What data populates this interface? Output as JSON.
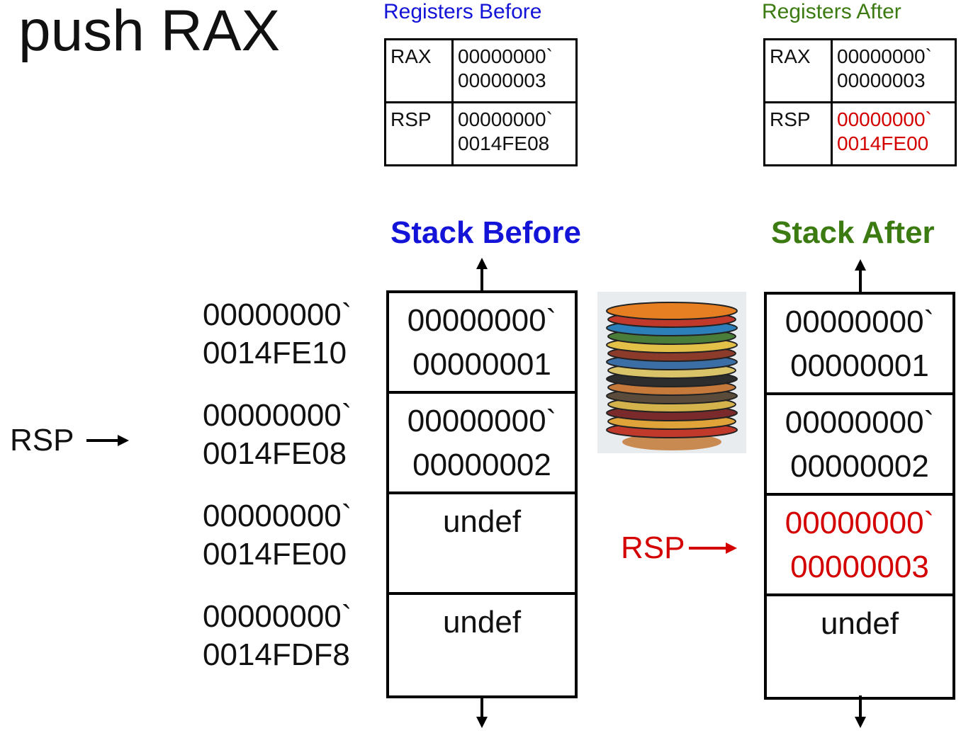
{
  "title": "push RAX",
  "registers_before": {
    "heading": "Registers Before",
    "rows": [
      {
        "name": "RAX",
        "value_line1": "00000000`",
        "value_line2": "00000003"
      },
      {
        "name": "RSP",
        "value_line1": "00000000`",
        "value_line2": "0014FE08"
      }
    ]
  },
  "registers_after": {
    "heading": "Registers After",
    "rows": [
      {
        "name": "RAX",
        "value_line1": "00000000`",
        "value_line2": "00000003"
      },
      {
        "name": "RSP",
        "value_line1": "00000000`",
        "value_line2": "0014FE00"
      }
    ]
  },
  "addresses": [
    {
      "line1": "00000000`",
      "line2": "0014FE10"
    },
    {
      "line1": "00000000`",
      "line2": "0014FE08"
    },
    {
      "line1": "00000000`",
      "line2": "0014FE00"
    },
    {
      "line1": "00000000`",
      "line2": "0014FDF8"
    }
  ],
  "stack_before": {
    "heading": "Stack Before",
    "cells": [
      {
        "line1": "00000000`",
        "line2": "00000001"
      },
      {
        "line1": "00000000`",
        "line2": "00000002"
      },
      {
        "line1": "undef",
        "line2": ""
      },
      {
        "line1": "undef",
        "line2": ""
      }
    ]
  },
  "stack_after": {
    "heading": "Stack After",
    "cells": [
      {
        "line1": "00000000`",
        "line2": "00000001"
      },
      {
        "line1": "00000000`",
        "line2": "00000002"
      },
      {
        "line1": "00000000`",
        "line2": "00000003"
      },
      {
        "line1": "undef",
        "line2": ""
      }
    ]
  },
  "rsp_before_label": "RSP",
  "rsp_after_label": "RSP",
  "colors": {
    "before_heading": "#1414d8",
    "after_heading": "#3c7a12",
    "changed": "#d40000"
  },
  "image": "stack-of-plates-photo"
}
